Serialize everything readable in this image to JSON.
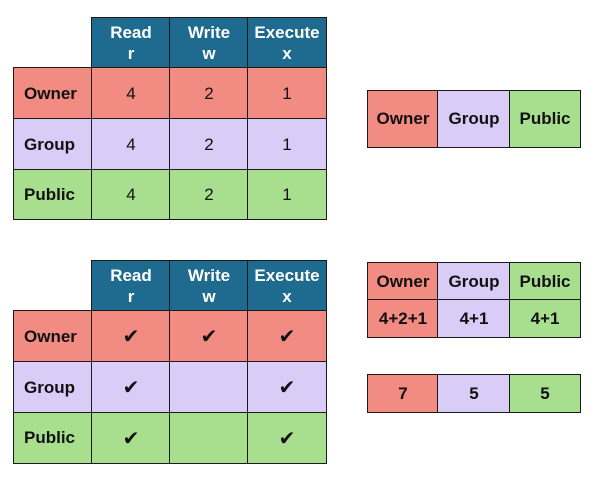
{
  "table1": {
    "headers": [
      {
        "name": "Read",
        "letter": "r"
      },
      {
        "name": "Write",
        "letter": "w"
      },
      {
        "name": "Execute",
        "letter": "x"
      }
    ],
    "rows": [
      {
        "label": "Owner",
        "values": [
          "4",
          "2",
          "1"
        ]
      },
      {
        "label": "Group",
        "values": [
          "4",
          "2",
          "1"
        ]
      },
      {
        "label": "Public",
        "values": [
          "4",
          "2",
          "1"
        ]
      }
    ]
  },
  "legend": {
    "owner": "Owner",
    "group": "Group",
    "public": "Public"
  },
  "table2": {
    "headers": [
      {
        "name": "Read",
        "letter": "r"
      },
      {
        "name": "Write",
        "letter": "w"
      },
      {
        "name": "Execute",
        "letter": "x"
      }
    ],
    "rows": [
      {
        "label": "Owner",
        "marks": [
          "✔",
          "✔",
          "✔"
        ]
      },
      {
        "label": "Group",
        "marks": [
          "✔",
          "",
          "✔"
        ]
      },
      {
        "label": "Public",
        "marks": [
          "✔",
          "",
          "✔"
        ]
      }
    ]
  },
  "sums": {
    "headers": [
      "Owner",
      "Group",
      "Public"
    ],
    "expressions": [
      "4+2+1",
      "4+1",
      "4+1"
    ]
  },
  "result": {
    "values": [
      "7",
      "5",
      "5"
    ]
  },
  "colors": {
    "header": "#1e6b8f",
    "owner": "#f28b82",
    "group": "#d9ccf7",
    "public": "#a8df8e"
  }
}
